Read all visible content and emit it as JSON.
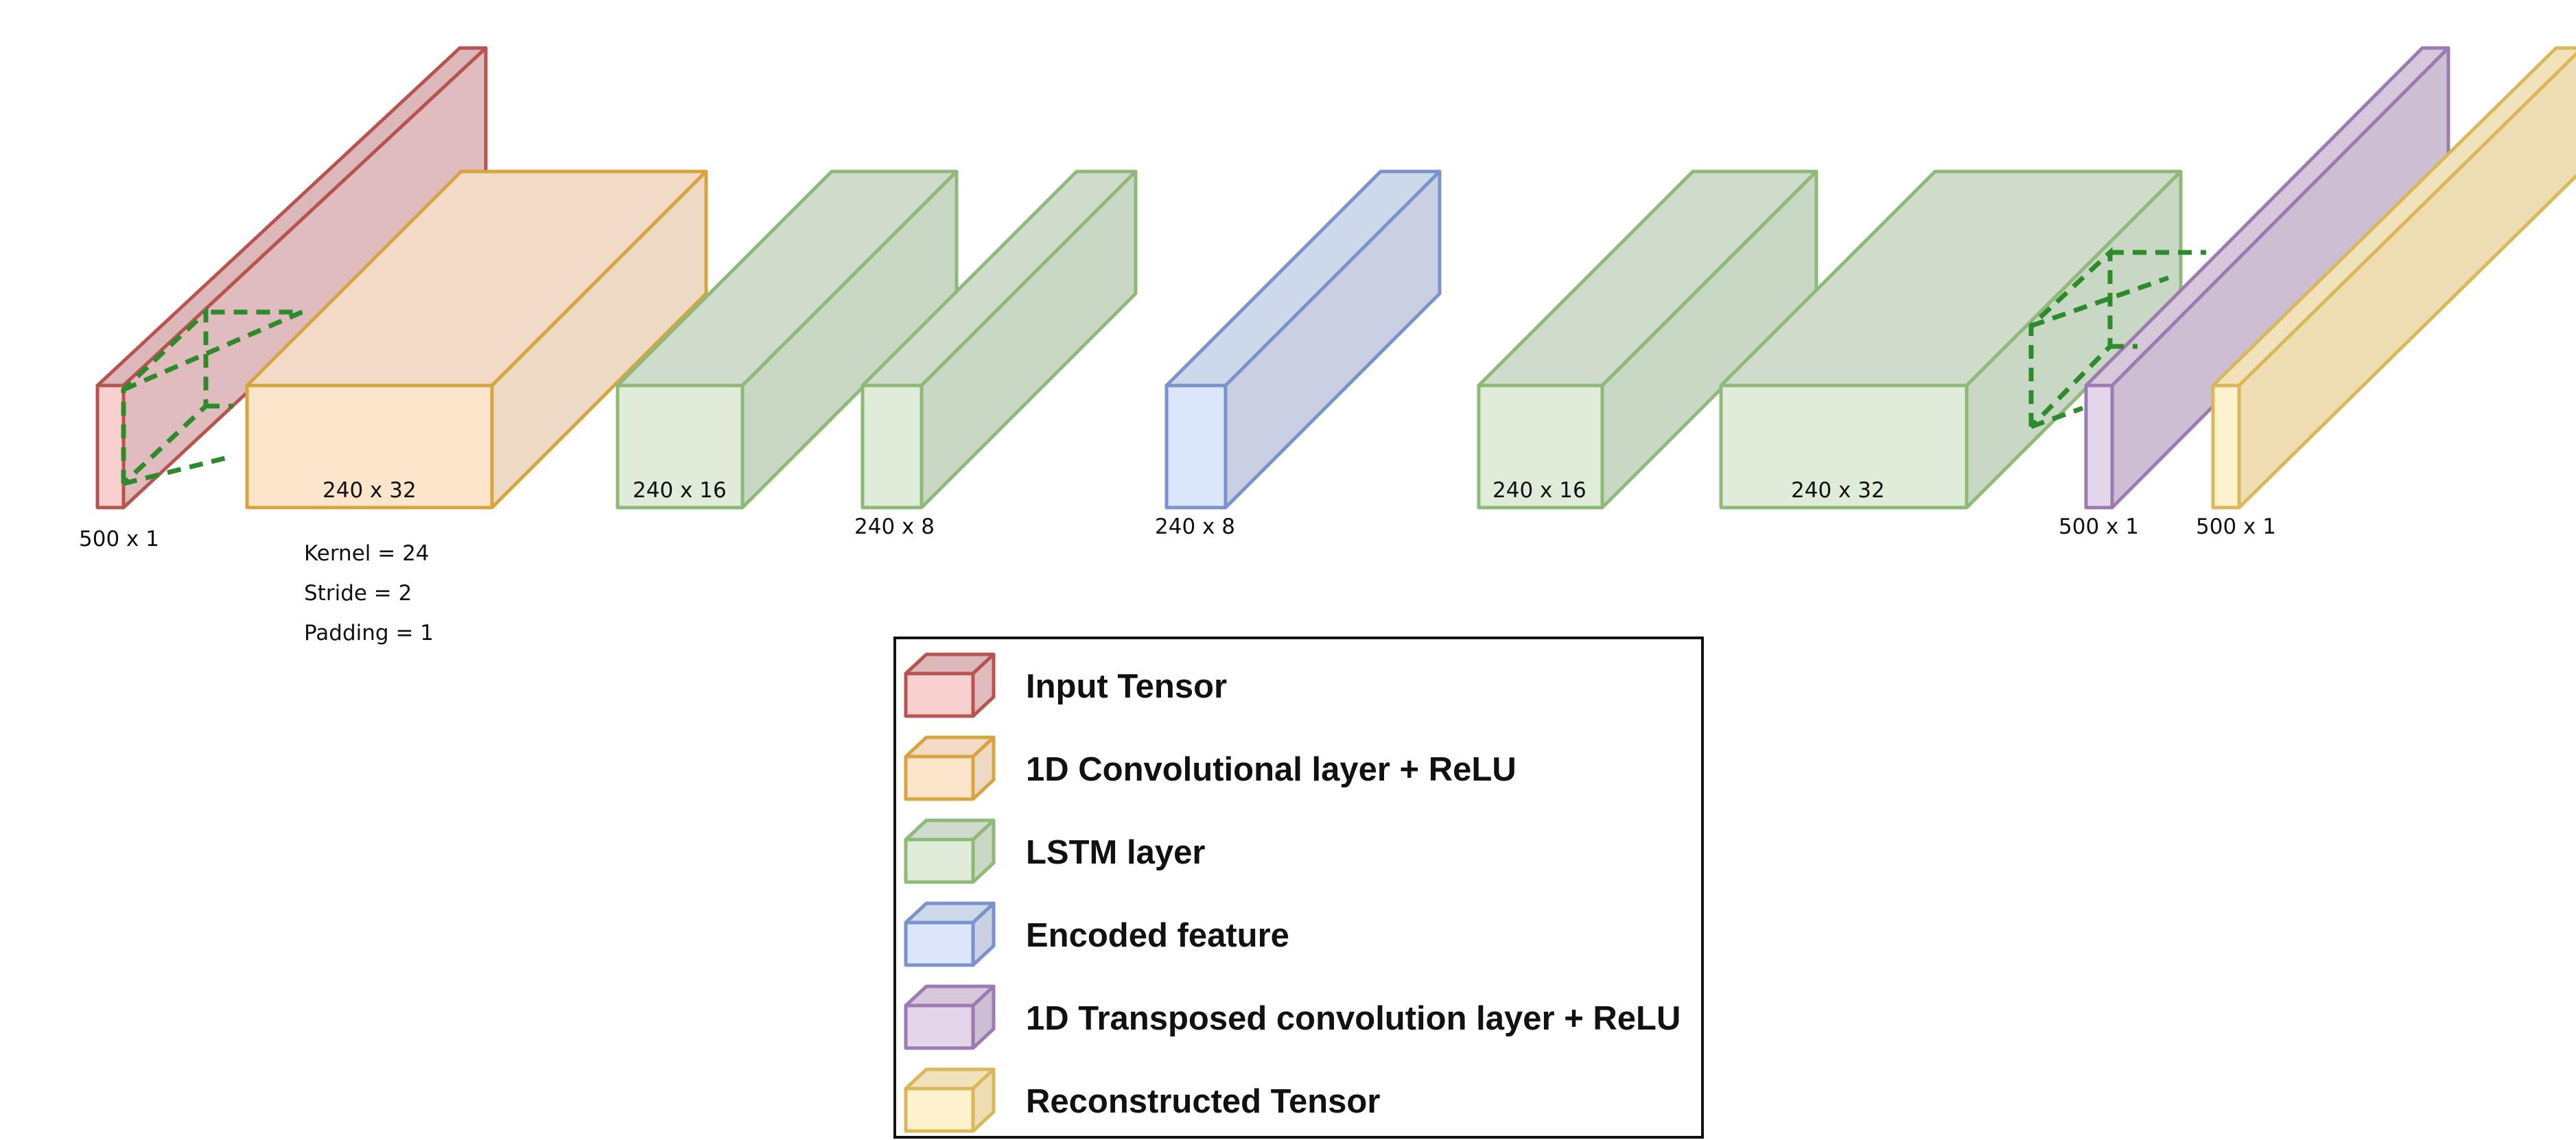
{
  "colors": {
    "input": {
      "front": "#f8d0cf",
      "side": "#e0bcbf",
      "top": "#dcb8bb",
      "stroke": "#b85450"
    },
    "conv": {
      "front": "#fde5cc",
      "side": "#eed9c4",
      "top": "#f2dac6",
      "stroke": "#d6a53f"
    },
    "lstm": {
      "front": "#dfecd9",
      "side": "#c9d8c4",
      "top": "#d0dccb",
      "stroke": "#8eb979"
    },
    "encoded": {
      "front": "#dbe6fb",
      "side": "#c9d0e1",
      "top": "#cdd9ea",
      "stroke": "#7a93cc"
    },
    "transposed": {
      "front": "#e3d6ea",
      "side": "#cdbed3",
      "top": "#d6c7da",
      "stroke": "#9c7bb2"
    },
    "output": {
      "front": "#fdf1ce",
      "side": "#eedcb3",
      "top": "#f1e2bb",
      "stroke": "#d9b85a"
    },
    "dashed": "#2d8a2d"
  },
  "labels": {
    "input_dim": "500 x 1",
    "conv1_dim": "240 x 32",
    "lstm1_dim": "240 x 16",
    "lstm2_dim": "240 x 8",
    "encoded_dim": "240 x 8",
    "lstm3_dim": "240 x 16",
    "lstm4_dim": "240 x 32",
    "transposed_dim": "500 x 1",
    "output_dim": "500 x 1",
    "kernel": "Kernel = 24",
    "stride": "Stride = 2",
    "padding": "Padding = 1"
  },
  "legend": {
    "items": [
      {
        "label": "Input Tensor",
        "key": "input"
      },
      {
        "label": "1D Convolutional layer + ReLU",
        "key": "conv"
      },
      {
        "label": "LSTM layer",
        "key": "lstm"
      },
      {
        "label": "Encoded feature",
        "key": "encoded"
      },
      {
        "label": "1D Transposed convolution layer + ReLU",
        "key": "transposed"
      },
      {
        "label": "Reconstructed Tensor",
        "key": "output"
      }
    ]
  }
}
